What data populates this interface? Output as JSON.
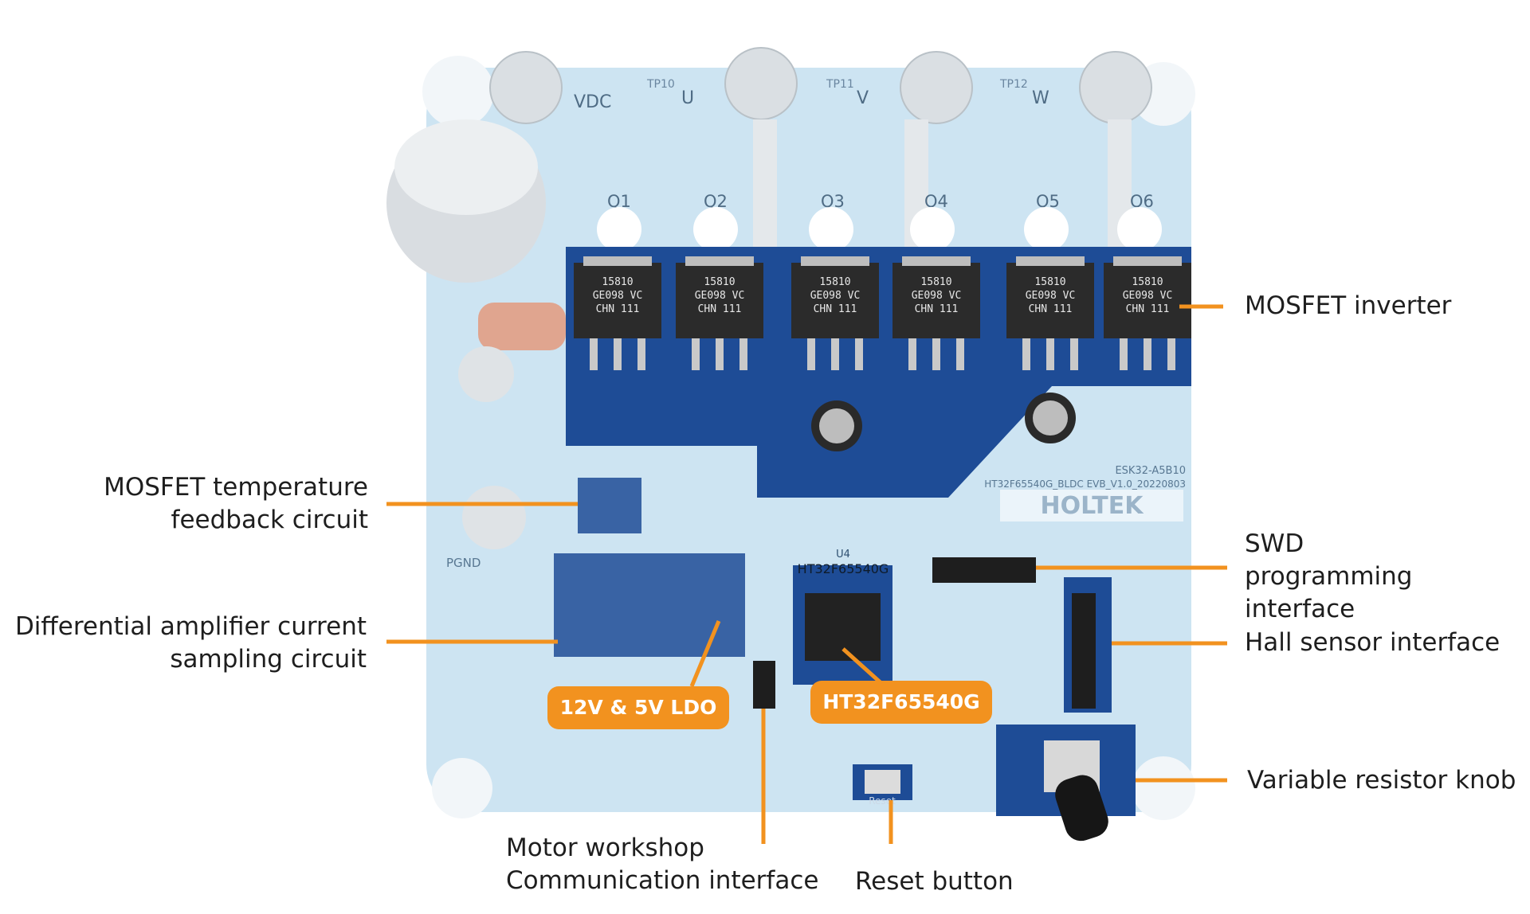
{
  "colors": {
    "accent": "#f2921f",
    "board": "#cfe6f3",
    "board_dark": "#1f4f9a",
    "label_text": "#1e1e1e"
  },
  "callouts": {
    "mosfet_inverter": "MOSFET inverter",
    "mosfet_temp": "MOSFET temperature\nfeedback circuit",
    "diff_amp": "Differential amplifier current\nsampling circuit",
    "swd": "SWD\nprogramming interface",
    "hall": "Hall sensor interface",
    "var_res": "Variable resistor knob",
    "motor_workshop": "Motor workshop\nCommunication interface",
    "reset": "Reset button"
  },
  "badges": {
    "ldo": "12V & 5V LDO",
    "mcu": "HT32F65540G"
  },
  "board": {
    "terminals": [
      "VDC",
      "U",
      "V",
      "W"
    ],
    "test_points_top": [
      "TP10",
      "TP11",
      "TP12"
    ],
    "mosfet_labels": [
      "Q1",
      "Q2",
      "Q3",
      "Q4",
      "Q5",
      "Q6"
    ],
    "mosfet_marking": [
      "15810",
      "GE098 VC",
      "CHN 111"
    ],
    "chip_label": "HT32F65540G",
    "chip_ref": "U4",
    "brand": "HOLTEK",
    "board_id": "ESK32-A5B10",
    "board_name": "HT32F65540G_BLDC EVB_V1.0_20220803",
    "pgnd": "PGND",
    "reset_label": "Reset"
  }
}
